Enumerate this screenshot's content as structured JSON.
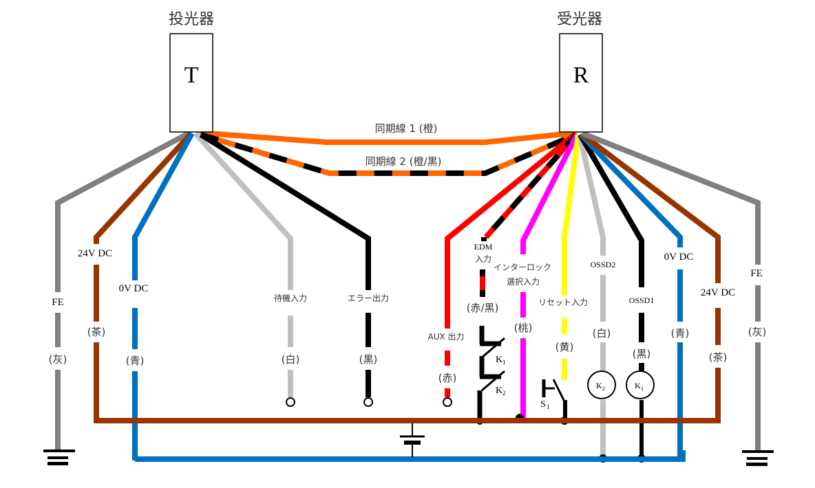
{
  "devices": {
    "emitter": {
      "title": "投光器",
      "letter": "T"
    },
    "receiver": {
      "title": "受光器",
      "letter": "R"
    }
  },
  "sync_lines": {
    "line1": "同期線 1 (橙)",
    "line2": "同期線 2 (橙/黒)"
  },
  "emitter_wires": [
    {
      "id": "fe",
      "name": "FE",
      "color_label": "(灰)",
      "color": "#808080",
      "terminal": "ground"
    },
    {
      "id": "24v",
      "name": "24V DC",
      "color_label": "(茶)",
      "color": "#993300",
      "terminal": "24v-bus"
    },
    {
      "id": "0v",
      "name": "0V DC",
      "color_label": "(青)",
      "color": "#0070C0",
      "terminal": "0v-bus"
    },
    {
      "id": "standby",
      "name": "待機入力",
      "color_label": "(白)",
      "color": "#C0C0C0",
      "terminal": "open"
    },
    {
      "id": "error",
      "name": "エラー出力",
      "color_label": "(黒)",
      "color": "#000000",
      "terminal": "open"
    }
  ],
  "receiver_wires": [
    {
      "id": "aux",
      "name": "AUX 出力",
      "color_label": "(赤)",
      "color": "#FF0000",
      "terminal": "open"
    },
    {
      "id": "edm",
      "name": "EDM 入力",
      "color_label": "(赤/黒)",
      "color": "#FF0000",
      "stripe": "#000000",
      "terminal": "k1-k2-contacts"
    },
    {
      "id": "interlock",
      "name": "インターロック 選択入力",
      "color_label": "(桃)",
      "color": "#FF00FF",
      "terminal": "24v-bus"
    },
    {
      "id": "reset",
      "name": "リセット入力",
      "color_label": "(黄)",
      "color": "#FFFF00",
      "terminal": "s1-switch"
    },
    {
      "id": "ossd2",
      "name": "OSSD2",
      "color_label": "(白)",
      "color": "#C0C0C0",
      "terminal": "k2-coil"
    },
    {
      "id": "ossd1",
      "name": "OSSD1",
      "color_label": "(黒)",
      "color": "#000000",
      "terminal": "k1-coil"
    },
    {
      "id": "0v",
      "name": "0V DC",
      "color_label": "(青)",
      "color": "#0070C0",
      "terminal": "0v-bus"
    },
    {
      "id": "24v",
      "name": "24V DC",
      "color_label": "(茶)",
      "color": "#993300",
      "terminal": "24v-bus"
    },
    {
      "id": "fe",
      "name": "FE",
      "color_label": "(灰)",
      "color": "#808080",
      "terminal": "ground"
    }
  ],
  "components": {
    "k1_contact": "K1",
    "k2_contact": "K2",
    "k1_coil": "K1",
    "k2_coil": "K2",
    "s1_switch": "S1",
    "k_main": "K",
    "k_sub1": "1",
    "k_sub2": "2",
    "s_main": "S",
    "s_sub1": "1"
  },
  "labels": {
    "edm_line1": "EDM",
    "edm_line2": "入力",
    "interlock_line1": "インターロック",
    "interlock_line2": "選択入力"
  },
  "colors": {
    "orange": "#FF6600",
    "brown": "#993300",
    "blue": "#0070C0",
    "gray": "#808080",
    "light_gray": "#C0C0C0",
    "red": "#FF0000",
    "magenta": "#FF00FF",
    "yellow": "#FFFF00",
    "black": "#000000"
  }
}
